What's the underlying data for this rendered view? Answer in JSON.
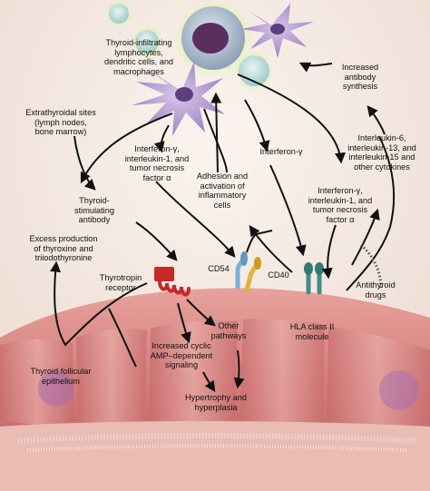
{
  "labels": {
    "thyroid_infiltrating": "Thyroid-infiltrating\nlymphocytes,\ndendritic cells, and\nmacrophages",
    "extrathyroidal": "Extrathyroidal sites\n(lymph nodes,\nbone marrow)",
    "ifn_il1_tnf_left": "Interferon-γ,\ninterleukin-1, and\ntumor necrosis\nfactor α",
    "interferon_gamma": "Interferon-γ",
    "adhesion": "Adhesion and\nactivation of\ninflammatory\ncells",
    "increased_antibody": "Increased\nantibody\nsynthesis",
    "il6_13_15": "Interleukin-6,\ninterleukin-13, and\ninterleukin-15 and\nother cytokines",
    "ifn_il1_tnf_right": "Interferon-γ,\ninterleukin-1, and\ntumor necrosis\nfactor α",
    "tsab": "Thyroid-\nstimulating\nantibody",
    "excess_production": "Excess production\nof thyroxine and\ntriiodothyronine",
    "thyrotropin_receptor": "Thyrotropin\nreceptor",
    "cd54": "CD54",
    "cd40": "CD40",
    "antithyroid_drugs": "Antithyroid\ndrugs",
    "other_pathways": "Other\npathways",
    "hla": "HLA class II\nmolecule",
    "camp": "Increased cyclic\nAMP–dependent\nsignaling",
    "follicular": "Thyroid follicular\nepithelium",
    "hypertrophy": "Hypertrophy and\nhyperplasia"
  },
  "colors": {
    "background": "#f3e8e0",
    "tissue": "#d9857f",
    "tissue_dark": "#a84f52",
    "dendritic_cell": "#b49ad0",
    "lymphocyte": "#c7e3e3",
    "macrophage_nucleus": "#5a2e5e",
    "receptor_red": "#c62828",
    "cd54_blue": "#7ab0d6",
    "cd40_yellow": "#e3b23c",
    "hla_teal": "#3e8f86",
    "arrow": "#111111"
  }
}
